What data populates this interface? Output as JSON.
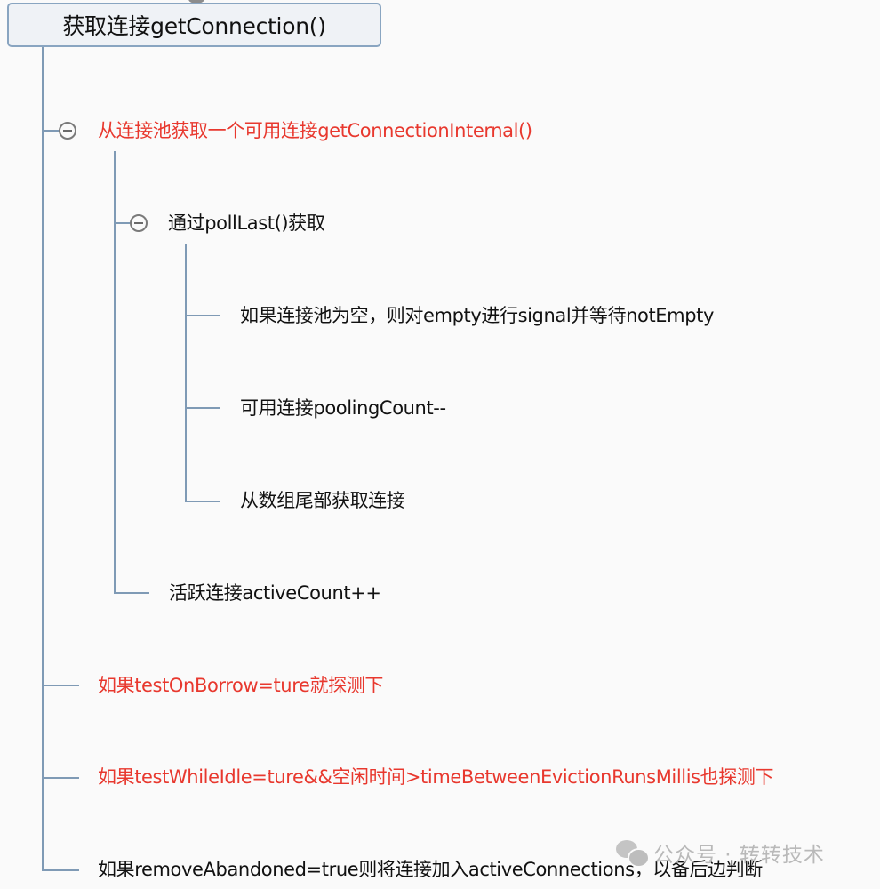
{
  "root": {
    "label": "获取连接getConnection()"
  },
  "nodes": {
    "n1": {
      "label": "从连接池获取一个可用连接getConnectionInternal()",
      "color": "#e8382e",
      "collapsible": true
    },
    "n1_1": {
      "label": "通过pollLast()获取",
      "color": "#111111",
      "collapsible": true
    },
    "n1_1_1": {
      "label": "如果连接池为空，则对empty进行signal并等待notEmpty",
      "color": "#111111"
    },
    "n1_1_2": {
      "label": "可用连接poolingCount--",
      "color": "#111111"
    },
    "n1_1_3": {
      "label": "从数组尾部获取连接",
      "color": "#111111"
    },
    "n1_2": {
      "label": "活跃连接activeCount++",
      "color": "#111111"
    },
    "n2": {
      "label": "如果testOnBorrow=ture就探测下",
      "color": "#e8382e"
    },
    "n3": {
      "label": "如果testWhileIdle=ture&&空闲时间>timeBetweenEvictionRunsMillis也探测下",
      "color": "#e8382e"
    },
    "n4": {
      "label": "如果removeAbandoned=true则将连接加入activeConnections，以备后边判断",
      "color": "#111111"
    }
  },
  "watermark": {
    "icon": "wechat-icon",
    "text": "公众号 · 转转技术"
  },
  "colors": {
    "connector": "#7f9ab5",
    "root_border": "#89a5c1",
    "root_fill": "#eff2f6",
    "red_text": "#e8382e"
  }
}
